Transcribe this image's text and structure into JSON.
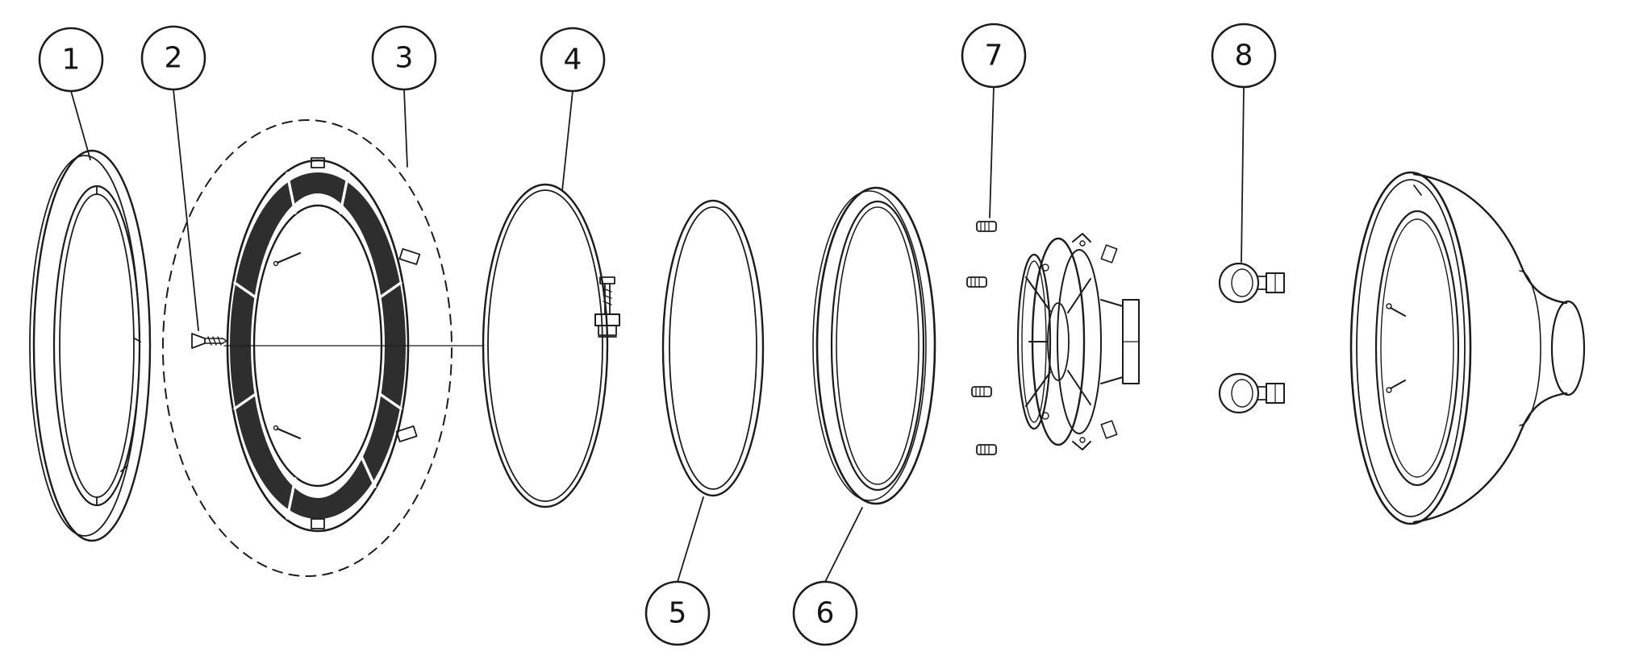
{
  "diagram": {
    "background_color": "#ffffff",
    "line_color": "#1c1c1c",
    "callouts": [
      {
        "label": "1",
        "part": "trim-ring"
      },
      {
        "label": "2",
        "part": "screw"
      },
      {
        "label": "3",
        "part": "mounting-ring"
      },
      {
        "label": "4",
        "part": "clamp-ring"
      },
      {
        "label": "5",
        "part": "lens"
      },
      {
        "label": "6",
        "part": "gasket"
      },
      {
        "label": "7",
        "part": "screw-set"
      },
      {
        "label": "8",
        "part": "bulbs"
      }
    ]
  }
}
